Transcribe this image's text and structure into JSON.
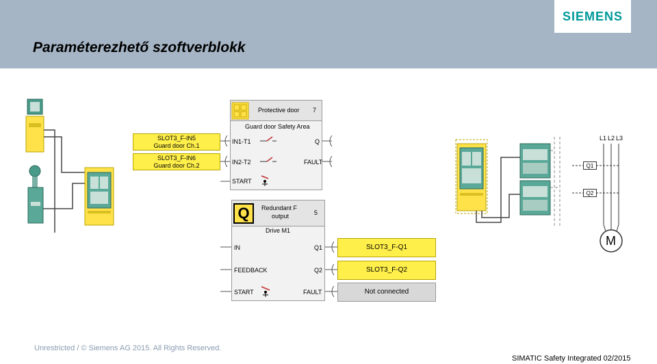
{
  "header": {
    "title": "Paraméterezhető szoftverblokk",
    "logo": "SIEMENS"
  },
  "block_door": {
    "name": "Protective door",
    "number": "7",
    "subtitle": "Guard door Safety Area",
    "inputs": [
      "IN1-T1",
      "IN2-T2",
      "START"
    ],
    "outputs": [
      "Q",
      "FAULT"
    ],
    "connections": [
      {
        "line1": "SLOT3_F-IN5",
        "line2": "Guard door Ch.1"
      },
      {
        "line1": "SLOT3_F-IN6",
        "line2": "Guard door Ch.2"
      }
    ]
  },
  "block_output": {
    "icon_letter": "Q",
    "name_line1": "Redundant F",
    "name_line2": "output",
    "number": "5",
    "subtitle": "Drive M1",
    "inputs": [
      "IN",
      "FEEDBACK",
      "START"
    ],
    "outputs": [
      "Q1",
      "Q2",
      "FAULT"
    ],
    "connections": [
      "SLOT3_F-Q1",
      "SLOT3_F-Q2",
      "Not connected"
    ]
  },
  "circuit": {
    "phases": [
      "L1",
      "L2",
      "L3"
    ],
    "contactors": [
      "Q1",
      "Q2"
    ],
    "motor": "M"
  },
  "footer": {
    "left": "Unrestricted / © Siemens AG 2015. All Rights Reserved.",
    "right": "SIMATIC Safety Integrated   02/2015"
  },
  "colors": {
    "header_bg": "#a5b5c5",
    "brand": "#009999",
    "yellow": "#ffef4a",
    "device_green": "#4a9a8a"
  }
}
